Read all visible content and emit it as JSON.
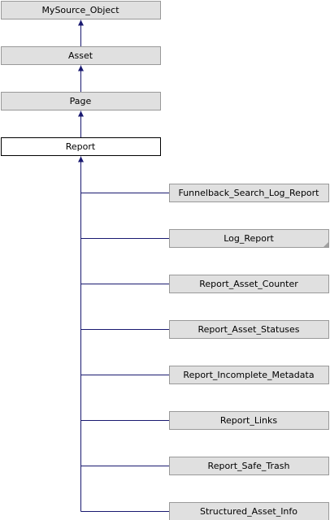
{
  "diagram": {
    "colors": {
      "background": "#ffffff",
      "node_fill": "#e0e0e0",
      "node_border": "#999999",
      "current_fill": "#ffffff",
      "current_border": "#000000",
      "edge": "#191970"
    },
    "ancestors": [
      {
        "id": "mysource-object",
        "label": "MySource_Object"
      },
      {
        "id": "asset",
        "label": "Asset"
      },
      {
        "id": "page",
        "label": "Page"
      }
    ],
    "current": {
      "id": "report",
      "label": "Report"
    },
    "children": [
      {
        "id": "funnelback-search-log-report",
        "label": "Funnelback_Search_Log_Report",
        "has_more": false
      },
      {
        "id": "log-report",
        "label": "Log_Report",
        "has_more": true
      },
      {
        "id": "report-asset-counter",
        "label": "Report_Asset_Counter",
        "has_more": false
      },
      {
        "id": "report-asset-statuses",
        "label": "Report_Asset_Statuses",
        "has_more": false
      },
      {
        "id": "report-incomplete-metadata",
        "label": "Report_Incomplete_Metadata",
        "has_more": false
      },
      {
        "id": "report-links",
        "label": "Report_Links",
        "has_more": false
      },
      {
        "id": "report-safe-trash",
        "label": "Report_Safe_Trash",
        "has_more": false
      },
      {
        "id": "structured-asset-info",
        "label": "Structured_Asset_Info",
        "has_more": false
      }
    ]
  }
}
